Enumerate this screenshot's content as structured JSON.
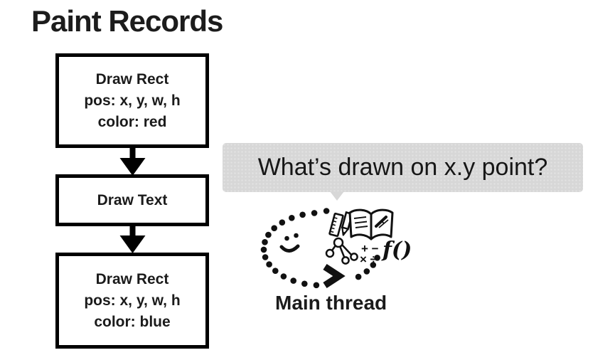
{
  "title": "Paint Records",
  "flowchart": {
    "boxes": [
      {
        "name": "draw-rect-red",
        "lines": [
          "Draw Rect",
          "pos: x, y, w, h",
          "color: red"
        ]
      },
      {
        "name": "draw-text",
        "lines": [
          "Draw Text"
        ]
      },
      {
        "name": "draw-rect-blue",
        "lines": [
          "Draw Rect",
          "pos: x, y, w, h",
          "color: blue"
        ]
      }
    ],
    "arrow_direction": "down"
  },
  "bubble": {
    "text": "What’s drawn on x.y point?"
  },
  "doodle": {
    "label": "Main thread",
    "icons": [
      "dotted-loop-icon",
      "smiley-face-icon",
      "arrow-chevron-icon",
      "ruler-icon",
      "pencil-icon",
      "open-book-icon",
      "node-tree-icon",
      "math-symbols-icon",
      "function-icon"
    ],
    "math_row1": "+ −",
    "math_row2": "× ÷",
    "function_text": "f()"
  },
  "colors": {
    "background": "#ffffff",
    "ink": "#1b1b1b",
    "box_border": "#000000",
    "bubble_bg": "#d7d7d7"
  }
}
